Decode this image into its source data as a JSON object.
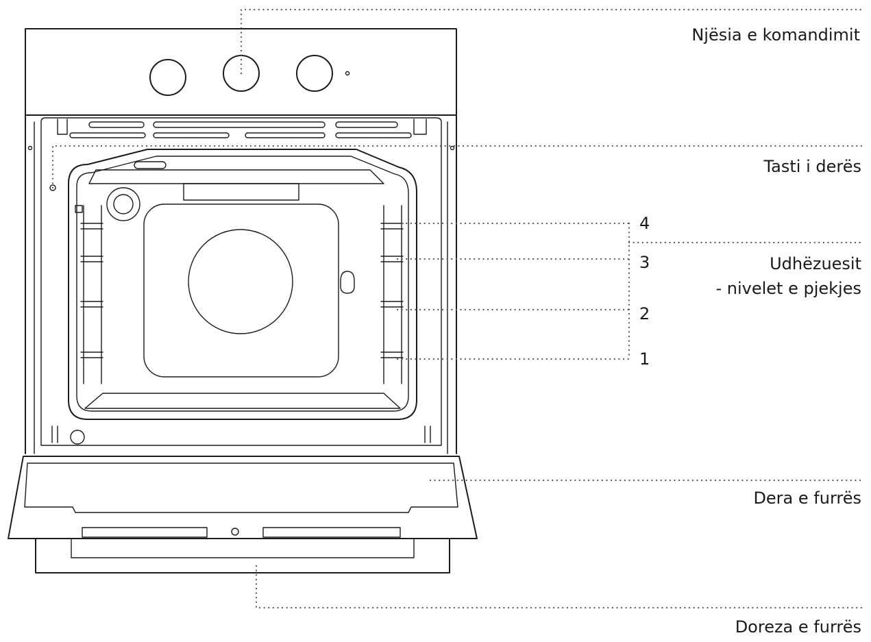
{
  "labels": {
    "control_unit": "Njësia e komandimit",
    "door_switch": "Tasti i derës",
    "guides_title": "Udhëzuesit",
    "guides_subtitle": "- nivelet e pjekjes",
    "oven_door": "Dera e furrës",
    "oven_handle": "Doreza e furrës"
  },
  "levels": [
    "4",
    "3",
    "2",
    "1"
  ]
}
